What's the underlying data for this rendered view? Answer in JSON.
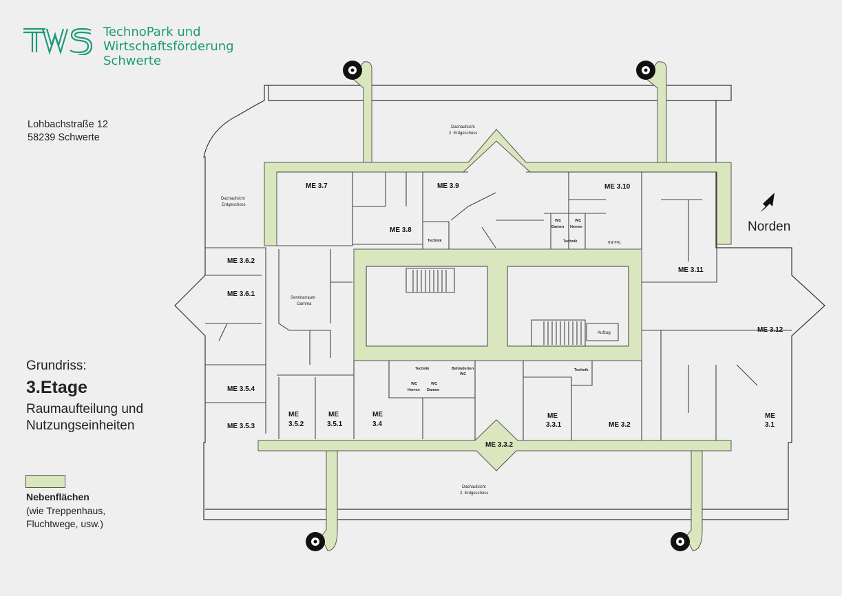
{
  "brand": {
    "logo_text": "TWS",
    "line1": "TechnoPark und",
    "line2": "Wirtschaftsförderung",
    "line3": "Schwerte",
    "color": "#1c9a77"
  },
  "address": {
    "street": "Lohbachstraße 12",
    "city": "58239 Schwerte"
  },
  "info": {
    "title": "Grundriss:",
    "floor": "3.Etage",
    "desc_line1": "Raumaufteilung und",
    "desc_line2": "Nutzungseinheiten"
  },
  "legend": {
    "title": "Nebenflächen",
    "desc_line1": "(wie Treppenhaus,",
    "desc_line2": "Fluchtwege, usw.)",
    "color": "#dae6bd"
  },
  "north": {
    "label": "Norden"
  },
  "rooms": {
    "me37": "ME 3.7",
    "me38": "ME 3.8",
    "me39": "ME 3.9",
    "me310": "ME 3.10",
    "me311": "ME 3.11",
    "me312": "ME 3.12",
    "me362": "ME 3.6.2",
    "me361": "ME 3.6.1",
    "me354": "ME 3.5.4",
    "me353": "ME 3.5.3",
    "me352a": "ME",
    "me352b": "3.5.2",
    "me351a": "ME",
    "me351b": "3.5.1",
    "me34a": "ME",
    "me34b": "3.4",
    "me331a": "ME",
    "me331b": "3.3.1",
    "me332": "ME 3.3.2",
    "me32": "ME 3.2",
    "me31a": "ME",
    "me31b": "3.1"
  },
  "labels": {
    "roof_top_a": "Dachaufsicht",
    "roof_top_b": "2. Erdgeschoss",
    "roof_left_a": "Dachaufsicht",
    "roof_left_b": "Erdgeschoss",
    "roof_bottom_a": "Dachaufsicht",
    "roof_bottom_b": "2. Erdgeschoss",
    "seminar_a": "Seminarraum",
    "seminar_b": "Gamma",
    "technik_1": "Technik",
    "technik_2": "Technik",
    "technik_3": "Technik",
    "technik_4": "Technik",
    "wc_top_d_a": "WC",
    "wc_top_d_b": "Damen",
    "wc_top_h_a": "WC",
    "wc_top_h_b": "Herren",
    "wc_bot_h_a": "WC",
    "wc_bot_h_b": "Herren",
    "wc_bot_d_a": "WC",
    "wc_bot_d_b": "Damen",
    "behindert_a": "Behinderten",
    "behindert_b": "WC",
    "aufzug": "Aufzug",
    "mirrored": "Tee-Kü"
  }
}
